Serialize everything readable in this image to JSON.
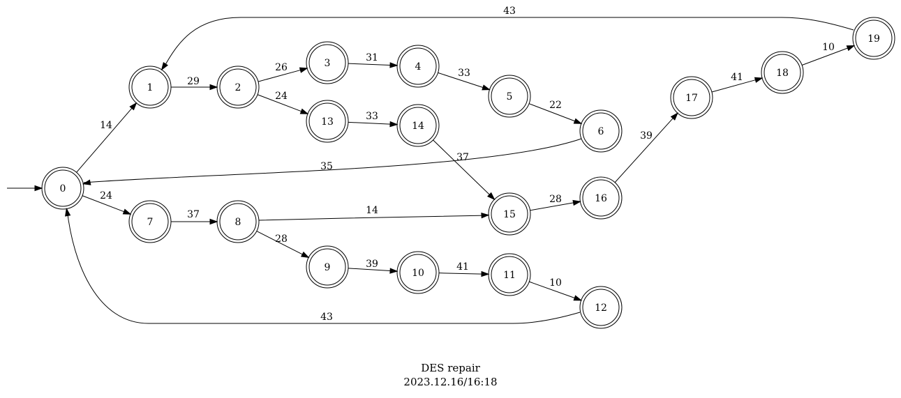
{
  "diagram": {
    "states": [
      "0",
      "1",
      "2",
      "3",
      "4",
      "5",
      "6",
      "7",
      "8",
      "9",
      "10",
      "11",
      "12",
      "13",
      "14",
      "15",
      "16",
      "17",
      "18",
      "19"
    ],
    "initial_state": "0",
    "transitions": [
      {
        "from": "0",
        "to": "1",
        "label": "14"
      },
      {
        "from": "0",
        "to": "7",
        "label": "24"
      },
      {
        "from": "1",
        "to": "2",
        "label": "29"
      },
      {
        "from": "2",
        "to": "3",
        "label": "26"
      },
      {
        "from": "2",
        "to": "13",
        "label": "24"
      },
      {
        "from": "3",
        "to": "4",
        "label": "31"
      },
      {
        "from": "4",
        "to": "5",
        "label": "33"
      },
      {
        "from": "5",
        "to": "6",
        "label": "22"
      },
      {
        "from": "6",
        "to": "0",
        "label": "35"
      },
      {
        "from": "7",
        "to": "8",
        "label": "37"
      },
      {
        "from": "8",
        "to": "15",
        "label": "14"
      },
      {
        "from": "8",
        "to": "9",
        "label": "28"
      },
      {
        "from": "9",
        "to": "10",
        "label": "39"
      },
      {
        "from": "10",
        "to": "11",
        "label": "41"
      },
      {
        "from": "11",
        "to": "12",
        "label": "10"
      },
      {
        "from": "12",
        "to": "0",
        "label": "43"
      },
      {
        "from": "13",
        "to": "14",
        "label": "33"
      },
      {
        "from": "14",
        "to": "15",
        "label": "37"
      },
      {
        "from": "15",
        "to": "16",
        "label": "28"
      },
      {
        "from": "16",
        "to": "17",
        "label": "39"
      },
      {
        "from": "17",
        "to": "18",
        "label": "41"
      },
      {
        "from": "18",
        "to": "19",
        "label": "10"
      },
      {
        "from": "19",
        "to": "1",
        "label": "43"
      }
    ]
  },
  "caption": {
    "title": "DES repair",
    "timestamp": "2023.12.16/16:18"
  }
}
